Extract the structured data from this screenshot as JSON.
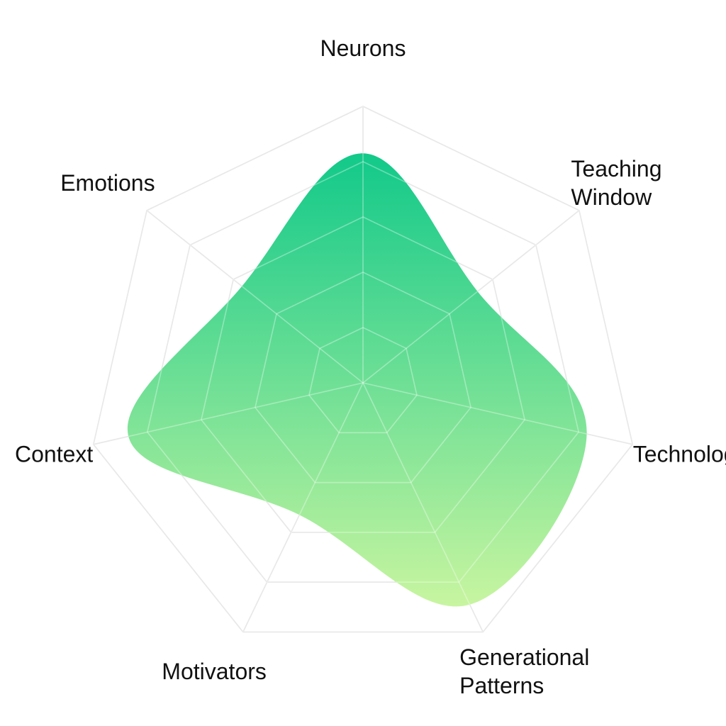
{
  "chart_data": {
    "type": "radar",
    "axes": [
      {
        "label_lines": [
          "Neurons"
        ]
      },
      {
        "label_lines": [
          "Teaching",
          "Window"
        ]
      },
      {
        "label_lines": [
          "Technology"
        ]
      },
      {
        "label_lines": [
          "Generational",
          "Patterns"
        ]
      },
      {
        "label_lines": [
          "Motivators"
        ]
      },
      {
        "label_lines": [
          "Context"
        ]
      },
      {
        "label_lines": [
          "Emotions"
        ]
      }
    ],
    "values": [
      0.83,
      0.53,
      0.83,
      0.89,
      0.53,
      0.87,
      0.56
    ],
    "scale": [
      0,
      1
    ],
    "rings": 5,
    "grid": true,
    "colors": {
      "grid": "#dcdcdc",
      "fill_top": "#12c98a",
      "fill_bottom": "#c8f5a0",
      "label": "#111111"
    }
  }
}
